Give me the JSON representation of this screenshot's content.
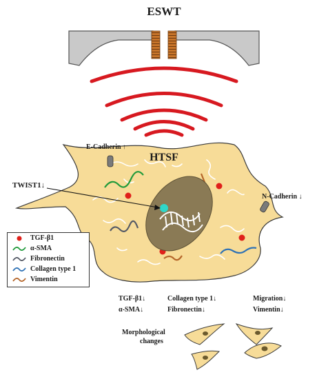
{
  "title": "ESWT",
  "cell_label": "HTSF",
  "markers": {
    "e_cadherin": "E-Cadherin ↑",
    "n_cadherin": "N-Cadherin ↓",
    "twist1": "TWIST1↓"
  },
  "legend": [
    {
      "label": "TGF-β1",
      "symbol": "dot",
      "color": "#e0201a"
    },
    {
      "label": "α-SMA",
      "symbol": "wave",
      "color": "#1f9a3a"
    },
    {
      "label": "Fibronectin",
      "symbol": "wave",
      "color": "#555a66"
    },
    {
      "label": "Collagen type 1",
      "symbol": "wave",
      "color": "#2f72b5"
    },
    {
      "label": "Vimentin",
      "symbol": "wave",
      "color": "#b5662a"
    }
  ],
  "effects": [
    [
      "TGF-β1↓",
      "α-SMA↓"
    ],
    [
      "Collagen type 1↓",
      "Fibronectin↓"
    ],
    [
      "Migration↓",
      "Vimentin↓"
    ]
  ],
  "morph_label": [
    "Morphological",
    "changes"
  ],
  "colors": {
    "wave": "#d71920",
    "cell_fill": "#f7dc98",
    "cell_stroke": "#3a3a3a",
    "nucleus": "#8a7a55",
    "nucleolus": "#2fd6c8",
    "transducer": "#c9c9c9",
    "coil": "#c8752a"
  }
}
